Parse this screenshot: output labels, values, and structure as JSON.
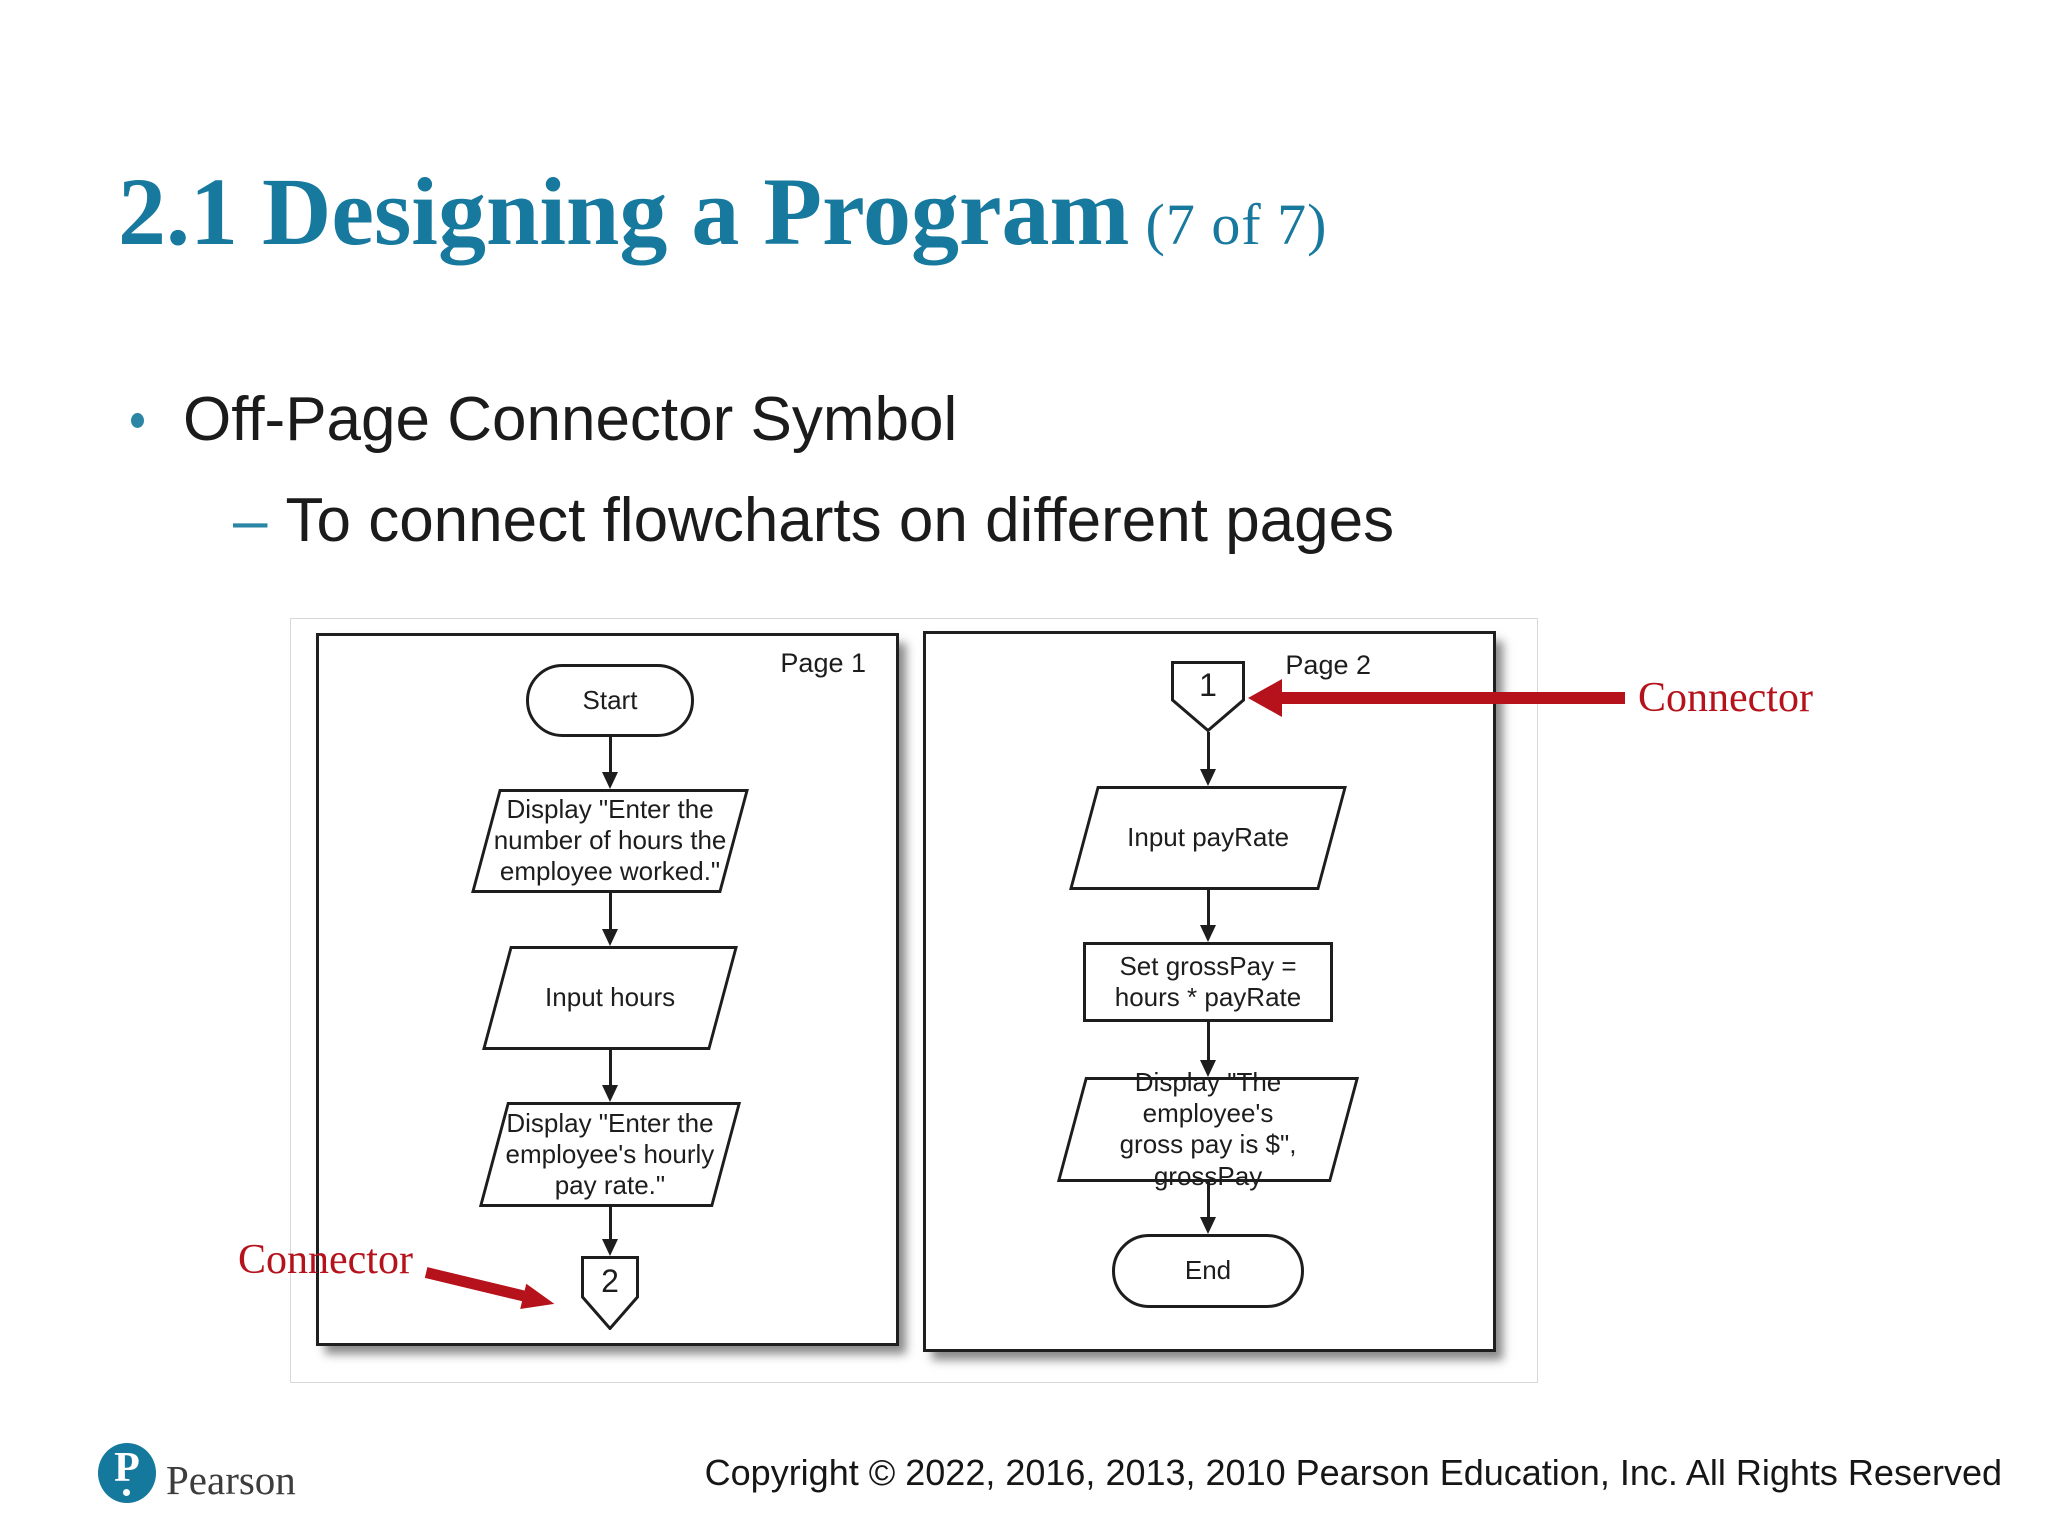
{
  "slide": {
    "title": "2.1 Designing a Program",
    "title_suffix": "(7 of 7)",
    "bullets": {
      "main": "Off-Page Connector Symbol",
      "sub_dash": "–",
      "sub": "To connect flowcharts on different pages"
    }
  },
  "figure": {
    "page1": {
      "label": "Page 1",
      "start": "Start",
      "display_hours": "Display \"Enter the\nnumber of hours the\nemployee worked.\"",
      "input_hours": "Input hours",
      "display_rate": "Display \"Enter the\nemployee's hourly\npay rate.\"",
      "connector_number": "2"
    },
    "page2": {
      "label": "Page 2",
      "connector_number": "1",
      "input_payrate": "Input payRate",
      "process": "Set grossPay =\nhours * payRate",
      "display_gross": "Display \"The employee's\ngross pay is $\",\ngrossPay",
      "end": "End"
    },
    "annotations": {
      "left_label": "Connector",
      "right_label": "Connector"
    }
  },
  "footer": {
    "brand": "Pearson",
    "brand_initial": "P",
    "copyright": "Copyright © 2022, 2016, 2013, 2010 Pearson Education, Inc. All Rights Reserved"
  },
  "colors": {
    "accent_teal": "#17799e",
    "annotation_red": "#b5121b"
  }
}
